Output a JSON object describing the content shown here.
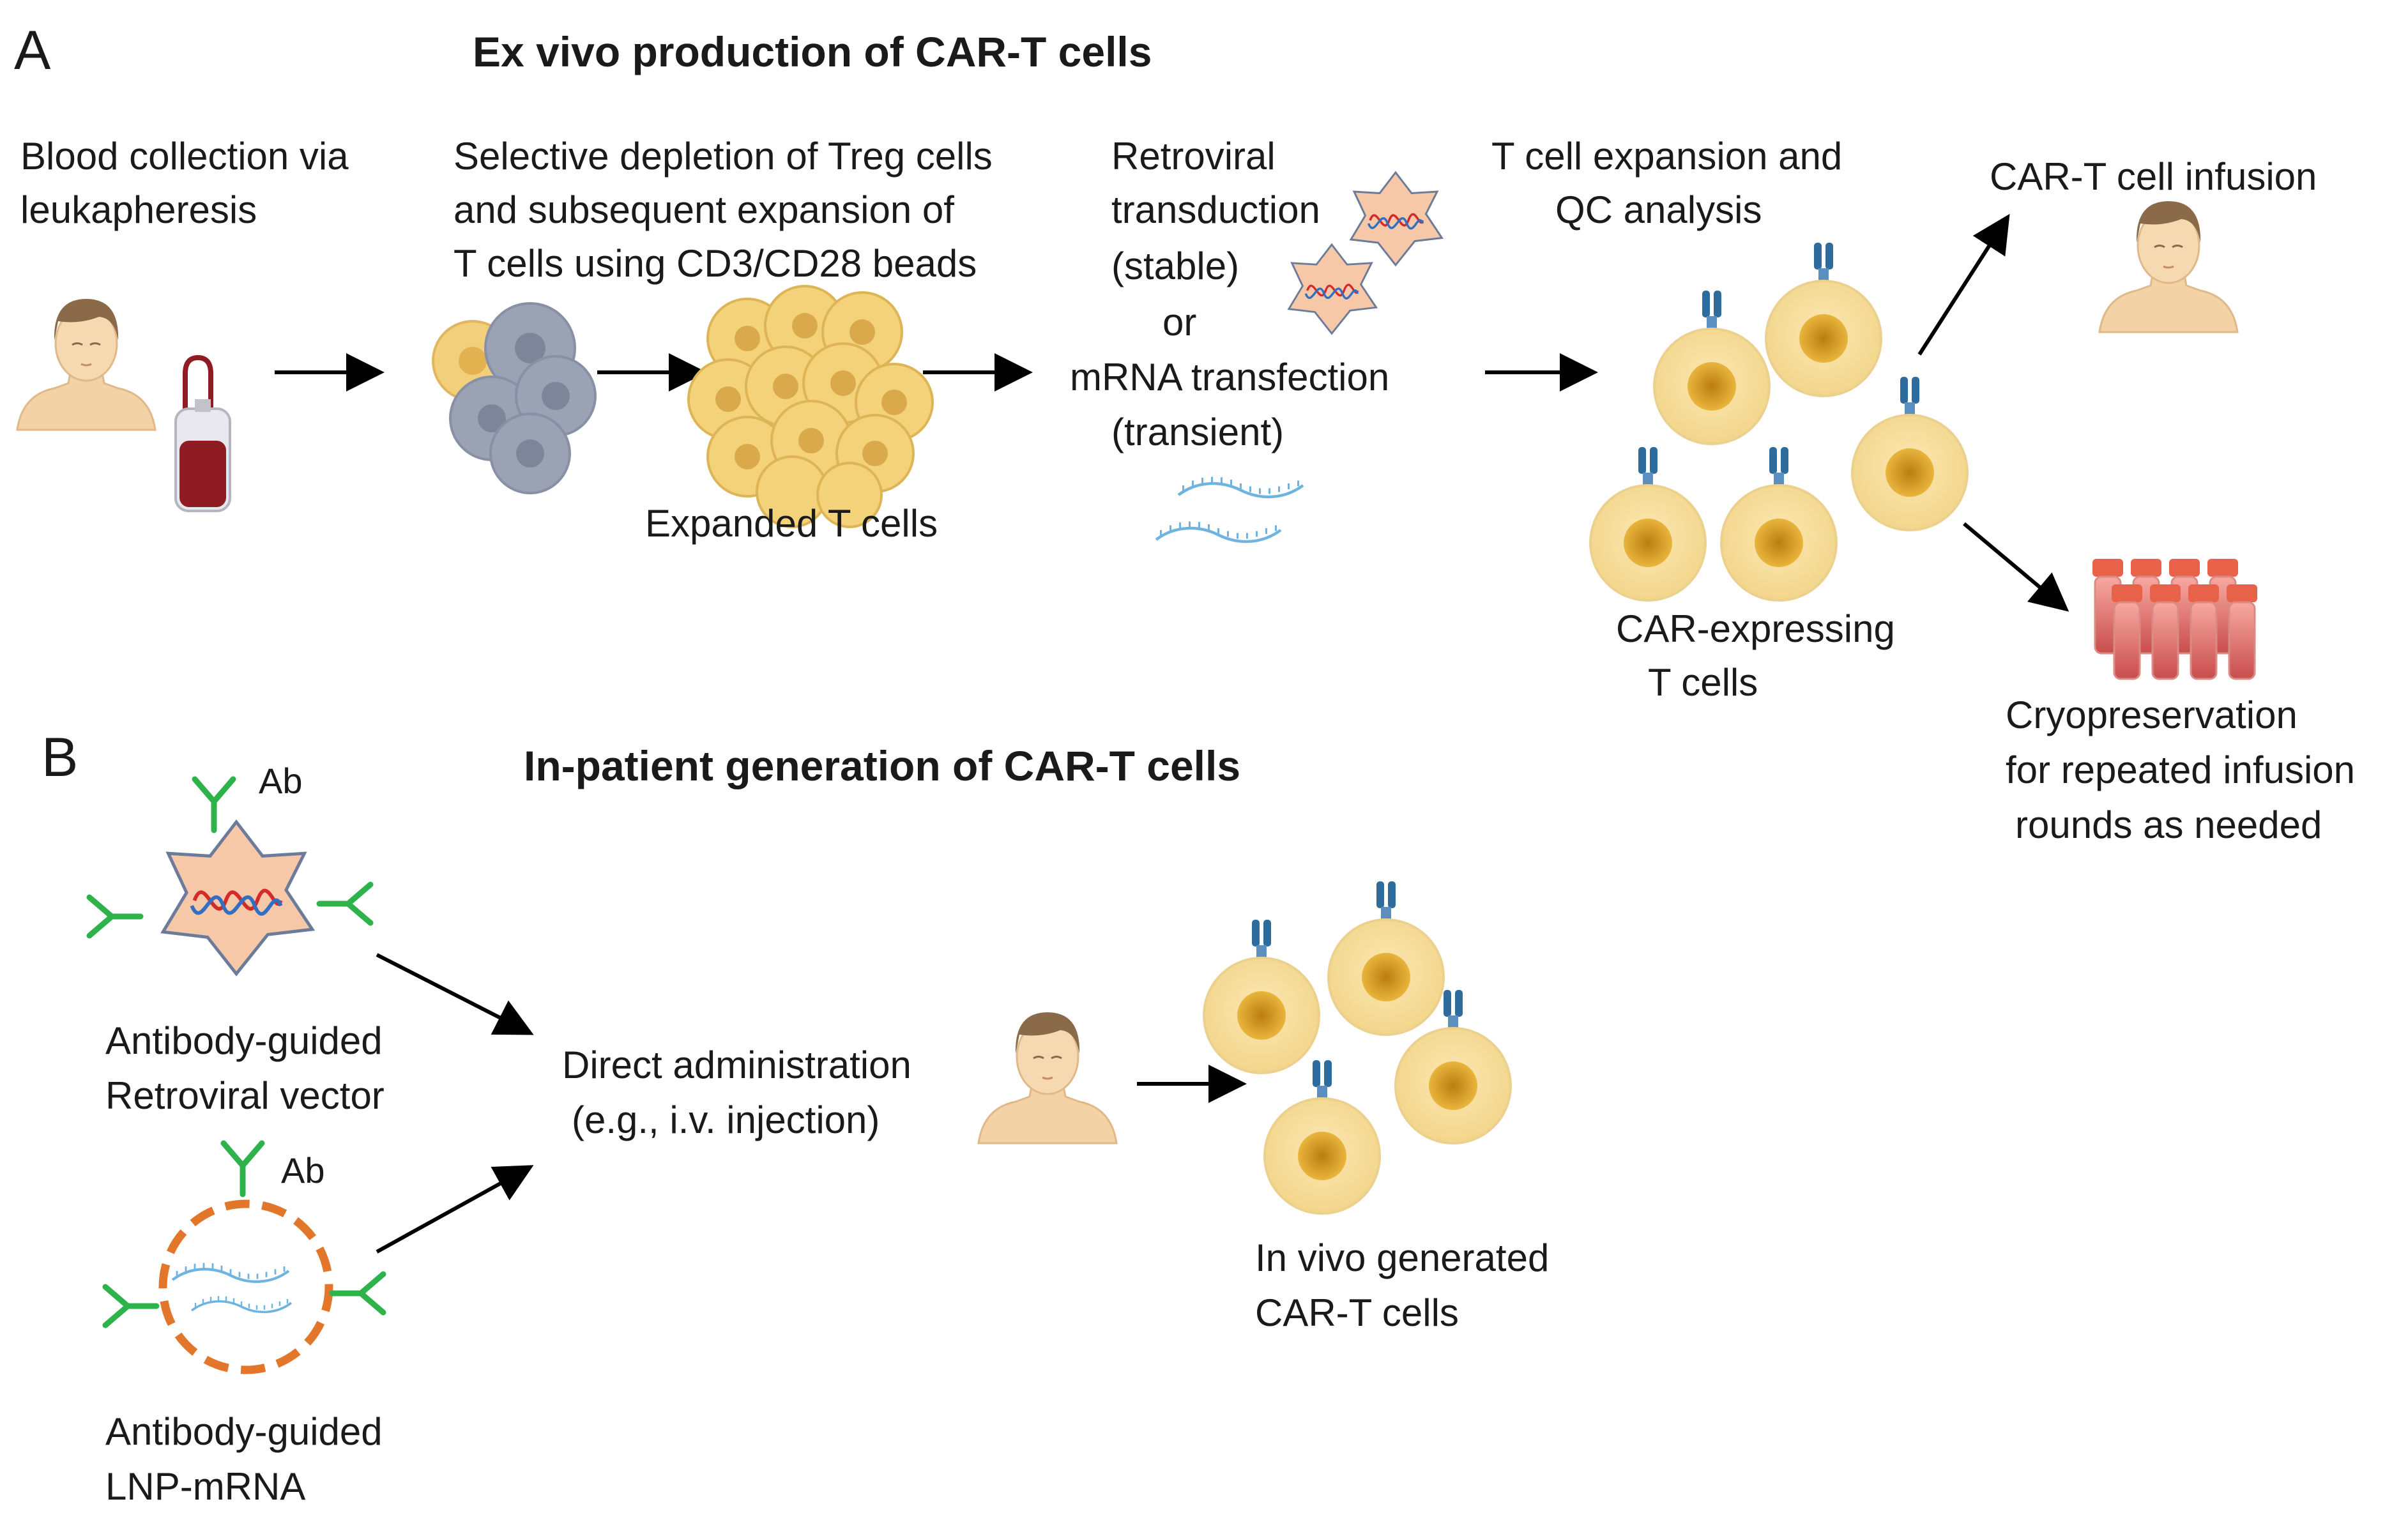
{
  "panel_a": {
    "letter": "A",
    "title": "Ex vivo production of CAR-T cells",
    "steps": {
      "blood_collection": [
        "Blood collection via",
        "leukapheresis"
      ],
      "treg_depletion": [
        "Selective depletion of Treg cells",
        "and subsequent expansion of",
        "T cells using CD3/CD28 beads"
      ],
      "expanded": "Expanded T cells",
      "transduction": [
        "Retroviral",
        "transduction",
        "(stable)",
        "or",
        "mRNA transfection",
        "(transient)"
      ],
      "expansion_qc": [
        "T cell expansion and",
        "QC analysis"
      ],
      "car_expressing": [
        "CAR-expressing",
        "T cells"
      ],
      "infusion": "CAR-T cell infusion",
      "cryo": [
        "Cryopreservation",
        "for repeated infusion",
        "rounds as needed"
      ]
    }
  },
  "panel_b": {
    "letter": "B",
    "title": "In-patient generation of CAR-T cells",
    "ab": "Ab",
    "retro_vector": [
      "Antibody-guided",
      "Retroviral vector"
    ],
    "lnp": [
      "Antibody-guided",
      "LNP-mRNA"
    ],
    "direct_admin": [
      "Direct administration",
      "(e.g., i.v. injection)"
    ],
    "in_vivo": [
      "In vivo generated",
      "CAR-T cells"
    ]
  },
  "colors": {
    "t_cell_fill": "#f9e0a0",
    "t_cell_core": "#e3a62a",
    "grey_cell": "#9aa2b4",
    "virus_fill": "#f6c8a8",
    "lnp_ring": "#e2762a",
    "antibody": "#2db34a",
    "rna": "#6fb3e0",
    "receptor": "#2f6c9e",
    "blood": "#8e1c22"
  }
}
